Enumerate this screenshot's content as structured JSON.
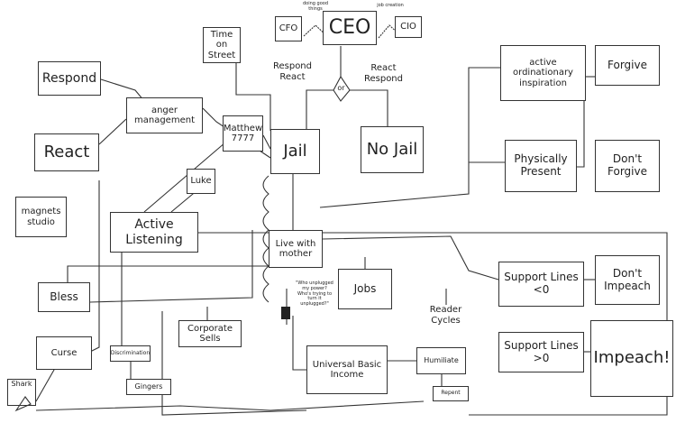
{
  "nodes": {
    "cfo": "CFO",
    "ceo": "CEO",
    "cio": "CIO",
    "ceo_left_note": "doing good things",
    "ceo_right_note": "job creation",
    "time_on_street": "Time on Street",
    "respond": "Respond",
    "react": "React",
    "anger_management": "anger management",
    "matthew": "Matthew 7777",
    "jail": "Jail",
    "no_jail": "No Jail",
    "respond_react": "Respond React",
    "react_respond": "React Respond",
    "or": "or",
    "active_inspiration": "active ordinationary inspiration",
    "forgive": "Forgive",
    "physically_present": "Physically Present",
    "dont_forgive": "Don't Forgive",
    "luke": "Luke",
    "magnets_studio": "magnets studio",
    "active_listening": "Active Listening",
    "live_with_mother": "Live with mother",
    "plug_note": "\"Who unplugged my power? Who's trying to turn it unplugged?\"",
    "jobs": "Jobs",
    "reader_cycles": "Reader Cycles",
    "support_lines_lt0": "Support Lines <0",
    "dont_impeach": "Don't Impeach",
    "support_lines_gt0": "Support Lines >0",
    "impeach": "Impeach!",
    "bless": "Bless",
    "corporate_sells": "Corporate Sells",
    "curse": "Curse",
    "discrimination": "Discrimination",
    "gingers": "Gingers",
    "universal_basic_income": "Universal Basic Income",
    "humiliate": "Humiliate",
    "repent": "Repent",
    "shark": "Shark"
  },
  "colors": {
    "ink": "#333333",
    "blood": "#cc1111"
  }
}
